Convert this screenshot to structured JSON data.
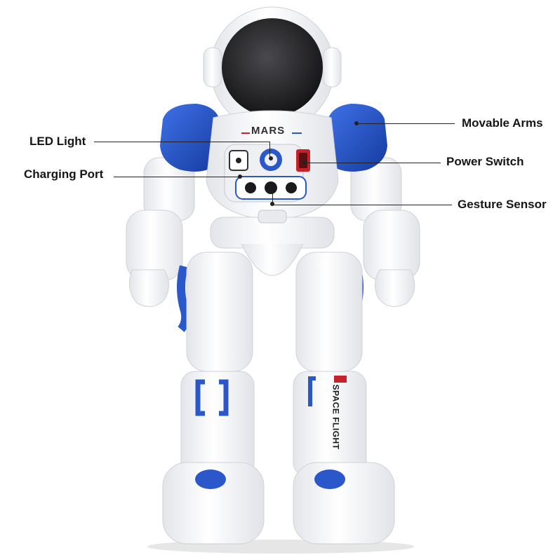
{
  "callouts": {
    "led_light": "LED Light",
    "charging_port": "Charging Port",
    "movable_arms": "Movable Arms",
    "power_switch": "Power Switch",
    "gesture_sensor": "Gesture Sensor"
  },
  "robot": {
    "chest_label": "MARS",
    "leg_label": "SPACE FLIGHT"
  },
  "colors": {
    "accent_blue": "#1f4fc4",
    "shell_white": "#f3f4f6",
    "visor_black": "#1e1e20",
    "switch_red": "#c8212a"
  }
}
